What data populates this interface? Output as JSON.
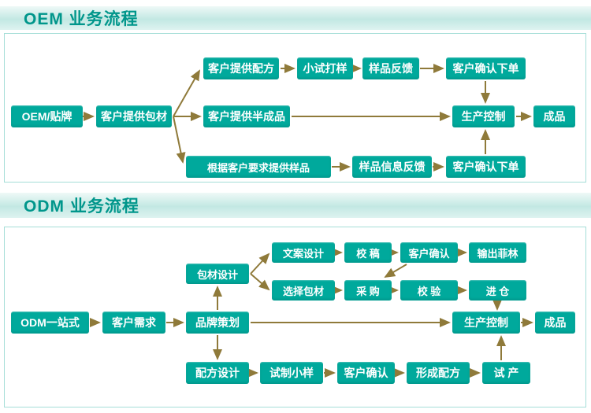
{
  "colors": {
    "box": "#00a99c",
    "arrow": "#8f7a3a",
    "header_text": "#00968b",
    "section_border": "#a5ded8"
  },
  "oem": {
    "header": "OEM 业务流程",
    "nodes": {
      "start": "OEM/贴牌",
      "package": "客户提供包材",
      "formula": "客户提供配方",
      "trial": "小试打样",
      "sample_feedback_top": "样品反馈",
      "confirm_top": "客户确认下单",
      "semi": "客户提供半成品",
      "production": "生产控制",
      "finished": "成品",
      "sample_request": "根据客户要求提供样品",
      "sample_info_feedback": "样品信息反馈",
      "confirm_bottom": "客户确认下单"
    }
  },
  "odm": {
    "header": "ODM 业务流程",
    "nodes": {
      "copywriting": "文案设计",
      "proofread": "校 稿",
      "client_confirm_top": "客户确认",
      "film_output": "输出菲林",
      "package_design": "包材设计",
      "select_package": "选择包材",
      "purchase": "采 购",
      "check": "校 验",
      "warehouse": "进 仓",
      "start": "ODM一站式",
      "demand": "客户需求",
      "brand_plan": "品牌策划",
      "production": "生产控制",
      "finished": "成品",
      "formula_design": "配方设计",
      "trial_sample": "试制小样",
      "client_confirm_bottom": "客户确认",
      "form_formula": "形成配方",
      "trial_production": "试 产"
    }
  }
}
